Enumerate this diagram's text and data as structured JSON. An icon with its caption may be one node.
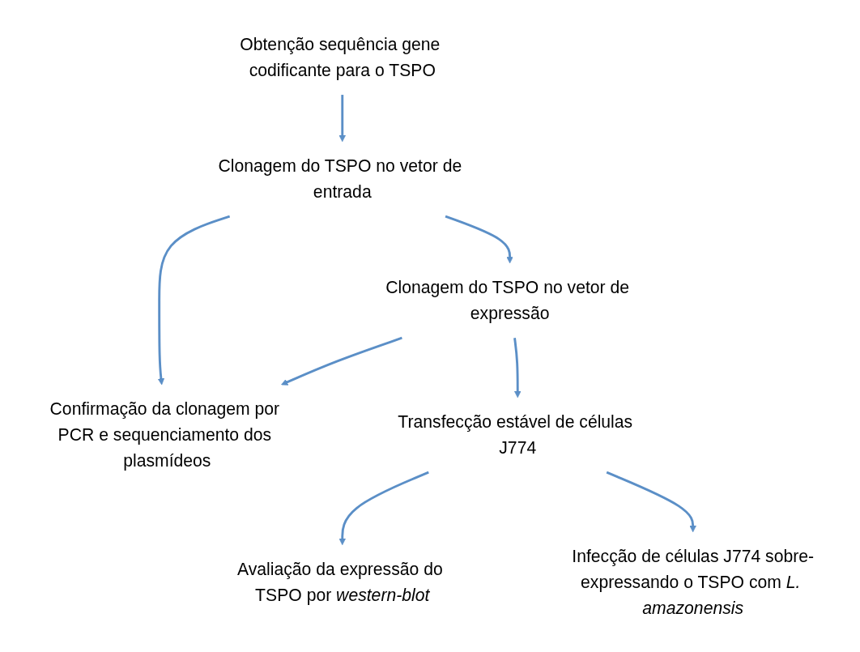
{
  "diagram": {
    "nodes": [
      {
        "text": [
          "Obtenção sequência gene codificante para o TSPO"
        ]
      },
      {
        "text": [
          "Clonagem do TSPO no vetor de entrada"
        ]
      },
      {
        "text": [
          "Confirmação da clonagem por PCR e sequenciamento dos plasmídeos"
        ]
      },
      {
        "text": [
          "Clonagem do TSPO no vetor de expressão"
        ]
      },
      {
        "text": [
          "Transfecção estável de células J774"
        ]
      },
      {
        "text": [
          "Avaliação da expressão do TSPO por *western-blot*"
        ]
      },
      {
        "text": [
          "Infecção de células J774 sobre-expressando o TSPO com *L. amazonensis*"
        ]
      }
    ],
    "edges": [
      {
        "from": 0,
        "to": 1,
        "arrow": "to"
      },
      {
        "from": 1,
        "to": 2,
        "arrow": "to"
      },
      {
        "from": 1,
        "to": 3,
        "arrow": "to"
      },
      {
        "from": 3,
        "to": 2,
        "arrow": "to"
      },
      {
        "from": 3,
        "to": 4,
        "arrow": "to"
      },
      {
        "from": 4,
        "to": 5,
        "arrow": "to"
      },
      {
        "from": 4,
        "to": 6,
        "arrow": "to"
      }
    ]
  }
}
